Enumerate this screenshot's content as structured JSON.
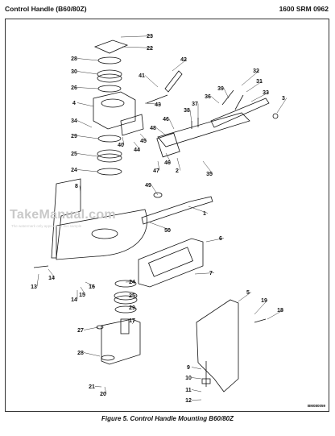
{
  "header": {
    "left": "Control Handle (B60/80Z)",
    "right": "1600 SRM 0962"
  },
  "caption": "Figure 5. Control Handle Mounting B60/80Z",
  "drawing_code": "BM080059",
  "watermark": {
    "main": "TakeManual.com",
    "sub": "The watermark only appears on this sample"
  },
  "callouts": [
    "23",
    "22",
    "28",
    "42",
    "30",
    "41",
    "26",
    "43",
    "4",
    "37",
    "39",
    "32",
    "31",
    "36",
    "33",
    "38",
    "3",
    "34",
    "46",
    "48",
    "29",
    "40",
    "44",
    "45",
    "25",
    "46",
    "47",
    "2",
    "35",
    "24",
    "49",
    "8",
    "1",
    "50",
    "6",
    "7",
    "13",
    "14",
    "24",
    "16",
    "15",
    "25",
    "5",
    "14",
    "29",
    "19",
    "18",
    "17",
    "27",
    "28",
    "9",
    "10",
    "21",
    "11",
    "20",
    "12"
  ]
}
